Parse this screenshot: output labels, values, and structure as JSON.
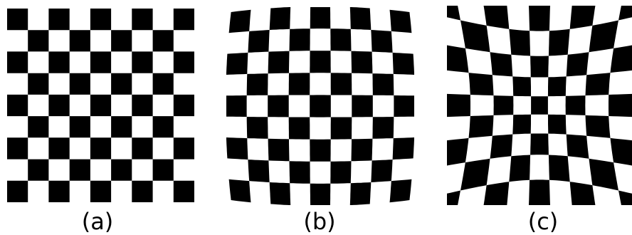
{
  "figure": {
    "background_color": "#ffffff",
    "square_color": "#000000",
    "grid_size": 9,
    "panels": [
      {
        "id": "a",
        "caption": "(a)",
        "distortion": "none"
      },
      {
        "id": "b",
        "caption": "(b)",
        "distortion": "barrel"
      },
      {
        "id": "c",
        "caption": "(c)",
        "distortion": "pincushion"
      }
    ]
  }
}
